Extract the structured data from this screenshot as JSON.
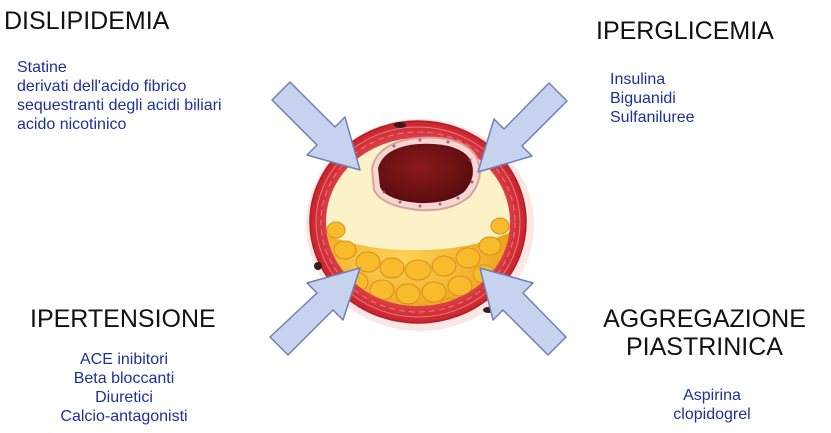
{
  "colors": {
    "drug_text": "#1f2f9b",
    "heading_text": "#111111",
    "arrow_fill": "#c7d2ee",
    "arrow_stroke": "#6e80b8",
    "vessel_wall": "#d9323b",
    "plaque_core": "#fbf3c7",
    "fat_cells": "#f5b324",
    "lumen_blood": "#6b1012"
  },
  "quadrants": {
    "dislipidemia": {
      "title": "DISLIPIDEMIA",
      "drugs": [
        "Statine",
        "derivati dell'acido fibrico",
        "sequestranti degli acidi biliari",
        "acido nicotinico"
      ]
    },
    "iperglicemia": {
      "title": "IPERGLICEMIA",
      "drugs": [
        "Insulina",
        "Biguanidi",
        "Sulfaniluree"
      ]
    },
    "ipertensione": {
      "title": "IPERTENSIONE",
      "drugs": [
        "ACE inibitori",
        "Beta bloccanti",
        "Diuretici",
        "Calcio-antagonisti"
      ]
    },
    "aggregazione": {
      "title_line1": "AGGREGAZIONE",
      "title_line2": "PIASTRINICA",
      "drugs": [
        "Aspirina",
        "clopidogrel"
      ]
    }
  },
  "illustration": {
    "name": "artery-cross-section-icon",
    "arrows": [
      "arrow-from-top-left-icon",
      "arrow-from-top-right-icon",
      "arrow-from-bottom-left-icon",
      "arrow-from-bottom-right-icon"
    ]
  }
}
